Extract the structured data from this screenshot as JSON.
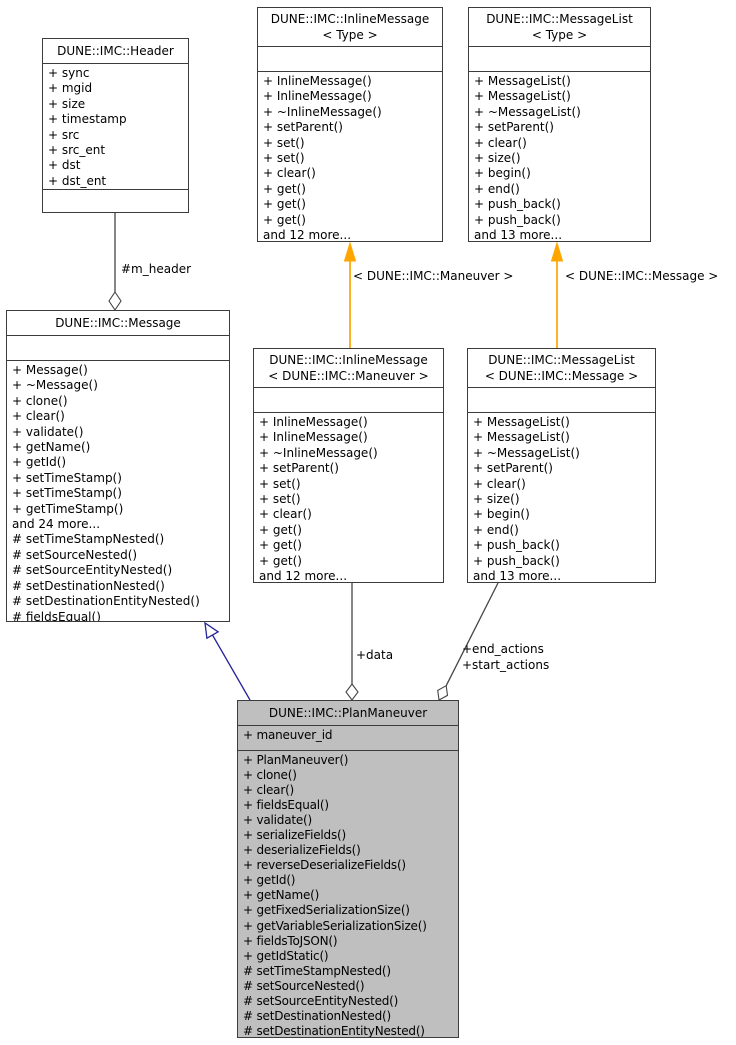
{
  "classes": {
    "header": {
      "title": "DUNE::IMC::Header",
      "attributes": [
        "+ sync",
        "+ mgid",
        "+ size",
        "+ timestamp",
        "+ src",
        "+ src_ent",
        "+ dst",
        "+ dst_ent"
      ],
      "methods": []
    },
    "inline_message_type": {
      "title_line1": "DUNE::IMC::InlineMessage",
      "title_line2": "< Type >",
      "attributes": [],
      "methods": [
        "+ InlineMessage()",
        "+ InlineMessage()",
        "+ ~InlineMessage()",
        "+ setParent()",
        "+ set()",
        "+ set()",
        "+ clear()",
        "+ get()",
        "+ get()",
        "+ get()",
        "and 12 more..."
      ]
    },
    "message_list_type": {
      "title_line1": "DUNE::IMC::MessageList",
      "title_line2": "< Type >",
      "attributes": [],
      "methods": [
        "+ MessageList()",
        "+ MessageList()",
        "+ ~MessageList()",
        "+ setParent()",
        "+ clear()",
        "+ size()",
        "+ begin()",
        "+ end()",
        "+ push_back()",
        "+ push_back()",
        "and 13 more..."
      ]
    },
    "message": {
      "title": "DUNE::IMC::Message",
      "attributes": [],
      "methods": [
        "+ Message()",
        "+ ~Message()",
        "+ clone()",
        "+ clear()",
        "+ validate()",
        "+ getName()",
        "+ getId()",
        "+ setTimeStamp()",
        "+ setTimeStamp()",
        "+ getTimeStamp()",
        "and 24 more...",
        "# setTimeStampNested()",
        "# setSourceNested()",
        "# setSourceEntityNested()",
        "# setDestinationNested()",
        "# setDestinationEntityNested()",
        "# fieldsEqual()"
      ]
    },
    "inline_message_maneuver": {
      "title_line1": "DUNE::IMC::InlineMessage",
      "title_line2": "< DUNE::IMC::Maneuver >",
      "attributes": [],
      "methods": [
        "+ InlineMessage()",
        "+ InlineMessage()",
        "+ ~InlineMessage()",
        "+ setParent()",
        "+ set()",
        "+ set()",
        "+ clear()",
        "+ get()",
        "+ get()",
        "+ get()",
        "and 12 more..."
      ]
    },
    "message_list_message": {
      "title_line1": "DUNE::IMC::MessageList",
      "title_line2": "< DUNE::IMC::Message >",
      "attributes": [],
      "methods": [
        "+ MessageList()",
        "+ MessageList()",
        "+ ~MessageList()",
        "+ setParent()",
        "+ clear()",
        "+ size()",
        "+ begin()",
        "+ end()",
        "+ push_back()",
        "+ push_back()",
        "and 13 more..."
      ]
    },
    "plan_maneuver": {
      "title": "DUNE::IMC::PlanManeuver",
      "attributes": [
        "+ maneuver_id"
      ],
      "methods": [
        "+ PlanManeuver()",
        "+ clone()",
        "+ clear()",
        "+ fieldsEqual()",
        "+ validate()",
        "+ serializeFields()",
        "+ deserializeFields()",
        "+ reverseDeserializeFields()",
        "+ getId()",
        "+ getName()",
        "+ getFixedSerializationSize()",
        "+ getVariableSerializationSize()",
        "+ fieldsToJSON()",
        "+ getIdStatic()",
        "# setTimeStampNested()",
        "# setSourceNested()",
        "# setSourceEntityNested()",
        "# setDestinationNested()",
        "# setDestinationEntityNested()"
      ]
    }
  },
  "edge_labels": {
    "m_header": "#m_header",
    "maneuver_instantiation": "< DUNE::IMC::Maneuver >",
    "message_instantiation": "< DUNE::IMC::Message >",
    "data": "+data",
    "end_actions": "+end_actions",
    "start_actions": "+start_actions"
  },
  "colors": {
    "template_arrow": "#ffa500",
    "inheritance_arrow": "#24249b",
    "aggregation_edge": "#454545",
    "box_border": "#3c3c3c",
    "highlight_fill": "#bfbfbf"
  }
}
